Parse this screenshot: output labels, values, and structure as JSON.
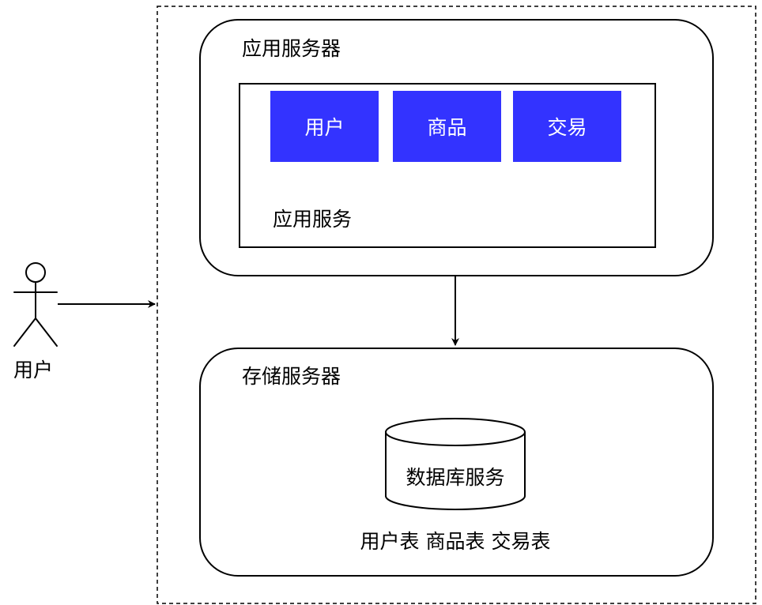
{
  "user": {
    "label": "用户"
  },
  "app_server": {
    "title": "应用服务器",
    "service": {
      "label": "应用服务",
      "modules": [
        {
          "label": "用户"
        },
        {
          "label": "商品"
        },
        {
          "label": "交易"
        }
      ]
    }
  },
  "storage_server": {
    "title": "存储服务器",
    "database": {
      "label": "数据库服务"
    },
    "tables_label": "用户表 商品表 交易表"
  },
  "colors": {
    "module_fill": "#3333ff",
    "stroke": "#000000",
    "background": "#ffffff"
  }
}
